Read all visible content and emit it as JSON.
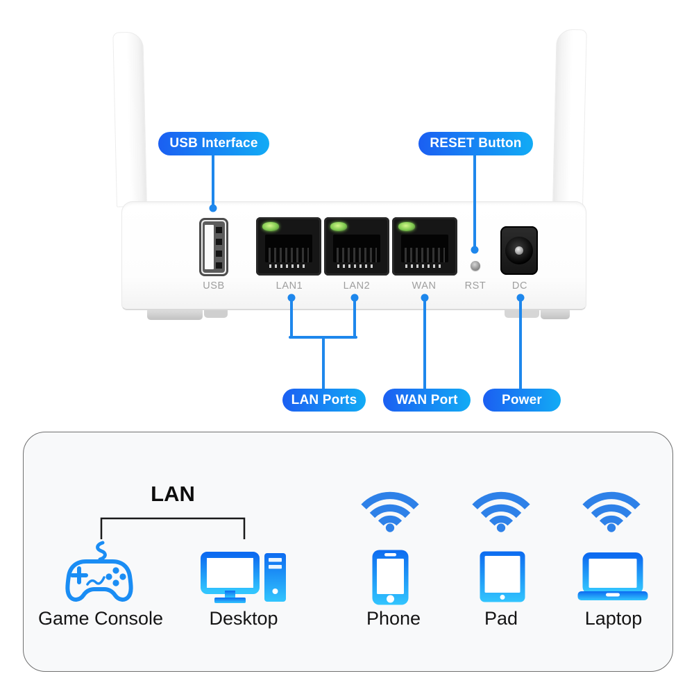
{
  "diagram": {
    "top_callouts": [
      {
        "label": "USB Interface"
      },
      {
        "label": "RESET Button"
      }
    ],
    "port_labels": [
      "USB",
      "LAN1",
      "LAN2",
      "WAN",
      "RST",
      "DC"
    ],
    "bottom_callouts": [
      {
        "label": "LAN Ports"
      },
      {
        "label": "WAN Port"
      },
      {
        "label": "Power"
      }
    ]
  },
  "devices_panel": {
    "lan_group": {
      "title": "LAN",
      "items": [
        {
          "label": "Game Console",
          "icon": "game-console-icon"
        },
        {
          "label": "Desktop",
          "icon": "desktop-icon"
        }
      ]
    },
    "wireless_devices": [
      {
        "label": "Phone",
        "icon": "phone-icon"
      },
      {
        "label": "Pad",
        "icon": "pad-icon"
      },
      {
        "label": "Laptop",
        "icon": "laptop-icon"
      }
    ]
  },
  "colors": {
    "callout_line_blue": "#1e87ec",
    "pill_gradient_start": "#1b5ff2",
    "pill_gradient_end": "#12abf5",
    "icon_blue_dark": "#0d6bf0",
    "icon_blue_light": "#32c5fe",
    "wifi_blue": "#2e81e8",
    "console_blue": "#1a8df4",
    "led_green": "#8fd65a",
    "port_label_gray": "#9e9e9e",
    "text_dark": "#141414"
  }
}
